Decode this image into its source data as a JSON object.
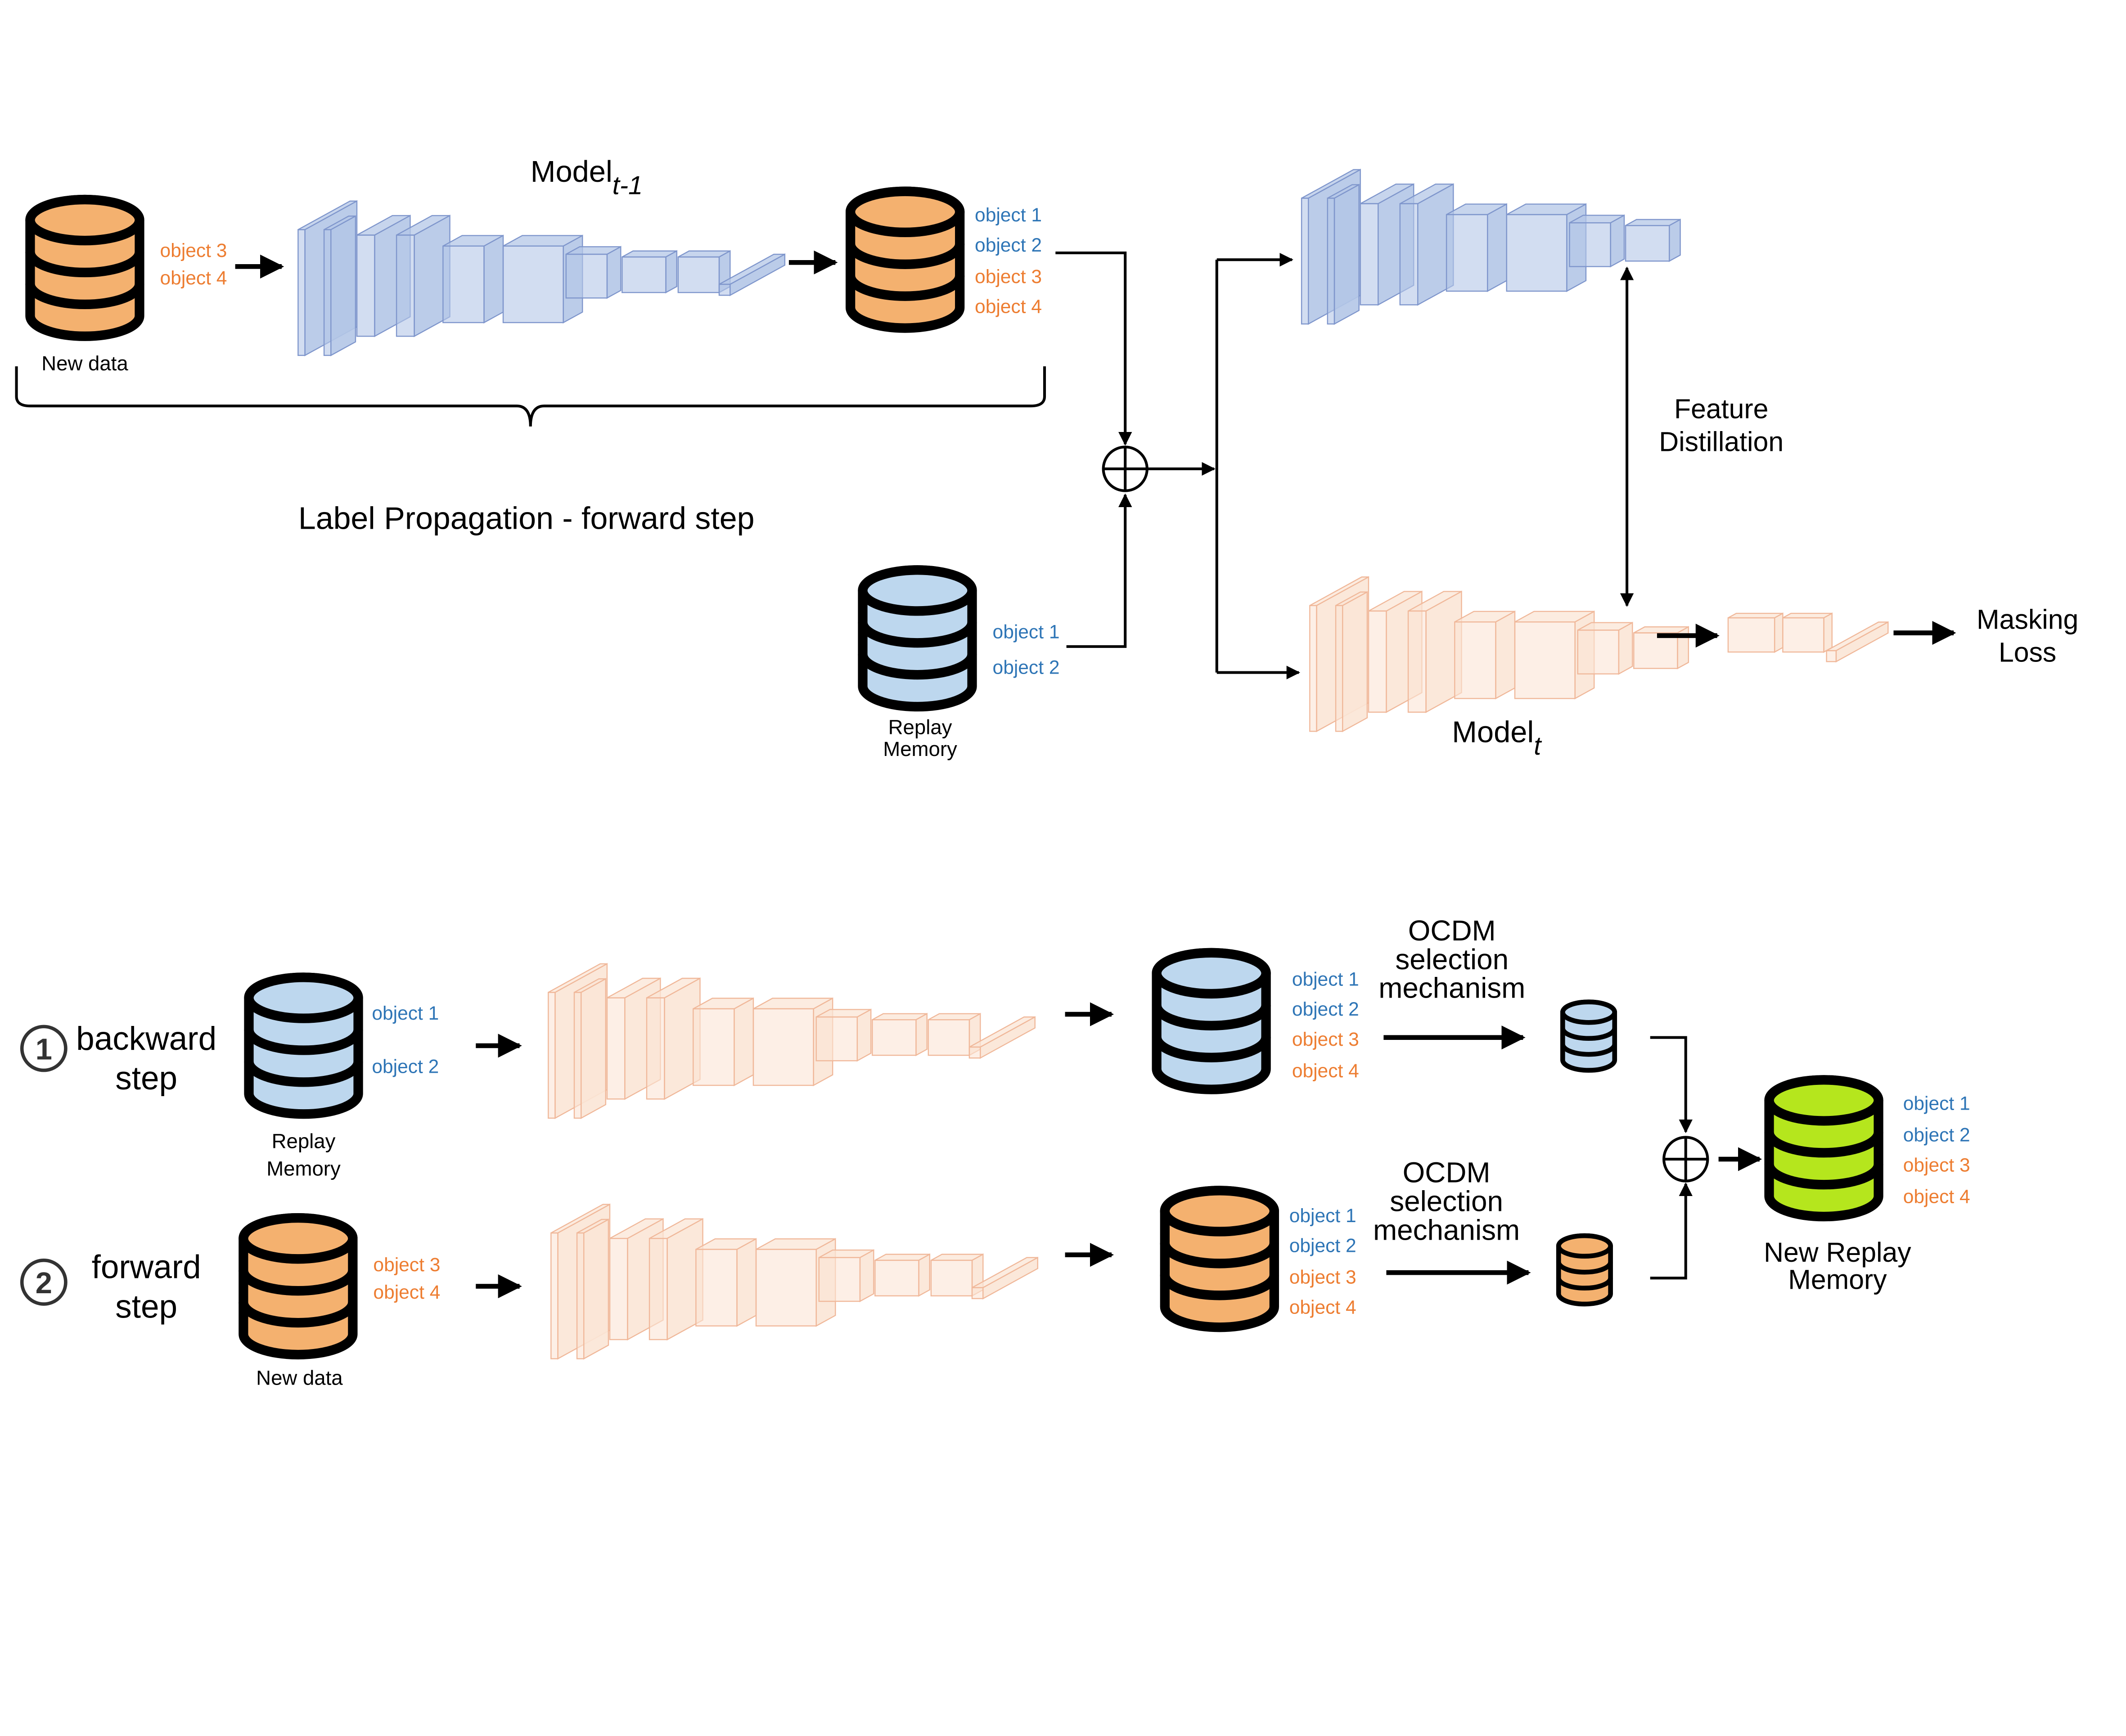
{
  "colors": {
    "blue_label": "#2e75b6",
    "orange_label": "#ed7d31",
    "db_orange": "#f4b16f",
    "db_blue": "#bdd7ee",
    "db_green": "#b5e61d",
    "layer_blue_fill": "#b4c7e7",
    "layer_blue_stroke": "#7f96cc",
    "layer_orange_fill": "#fbe5d6",
    "layer_orange_stroke": "#f0b89a",
    "ink": "#000000"
  },
  "top": {
    "model_prev": {
      "base": "Model",
      "sub": "t-1"
    },
    "new_data": {
      "label": "New data",
      "objects": [
        "object 3",
        "object 4"
      ]
    },
    "output_objects": [
      "object 1",
      "object 2",
      "object 3",
      "object 4"
    ],
    "brace_label": "Label Propagation - forward step",
    "replay": {
      "line1": "Replay",
      "line2": "Memory",
      "objects": [
        "object 1",
        "object 2"
      ]
    },
    "feature_distillation": {
      "line1": "Feature",
      "line2": "Distillation"
    },
    "model_curr": {
      "base": "Model",
      "sub": "t"
    },
    "masking_loss": {
      "line1": "Masking",
      "line2": "Loss"
    }
  },
  "bottom": {
    "backward": {
      "number": "1",
      "line1": "backward",
      "line2": "step",
      "db_line1": "Replay",
      "db_line2": "Memory",
      "objects": [
        "object 1",
        "object 2"
      ]
    },
    "forward": {
      "number": "2",
      "line1": "forward",
      "line2": "step",
      "db_label": "New data",
      "objects": [
        "object 3",
        "object 4"
      ]
    },
    "output_objects": [
      "object 1",
      "object 2",
      "object 3",
      "object 4"
    ],
    "ocdm": {
      "line1": "OCDM",
      "line2": "selection",
      "line3": "mechanism"
    },
    "new_replay": {
      "line1": "New Replay",
      "line2": "Memory",
      "objects": [
        "object 1",
        "object 2",
        "object 3",
        "object 4"
      ]
    }
  }
}
